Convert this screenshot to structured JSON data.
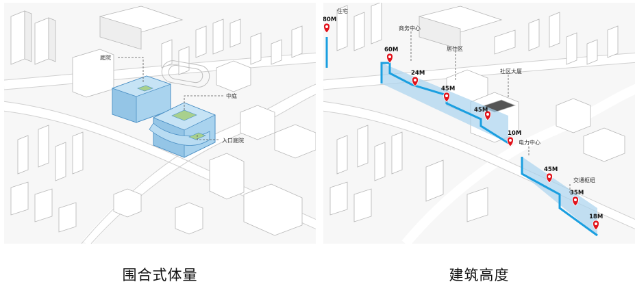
{
  "left_panel": {
    "caption": "围合式体量",
    "labels": [
      "庭院",
      "中庭",
      "入口庭院"
    ]
  },
  "right_panel": {
    "caption": "建筑高度",
    "labels": [
      "住宅",
      "商务中心",
      "居住区",
      "社区大厦",
      "电力中心",
      "交通枢纽"
    ],
    "height_markers": [
      "80M",
      "60M",
      "24M",
      "45M",
      "45M",
      "10M",
      "45M",
      "35M",
      "18M"
    ]
  },
  "colors": {
    "massing_blue": "#a9d3ee",
    "massing_edge": "#4a8fc4",
    "courtyard_green": "#a8d08d",
    "height_line": "#1a9fe0",
    "marker_red": "#e0121b"
  }
}
